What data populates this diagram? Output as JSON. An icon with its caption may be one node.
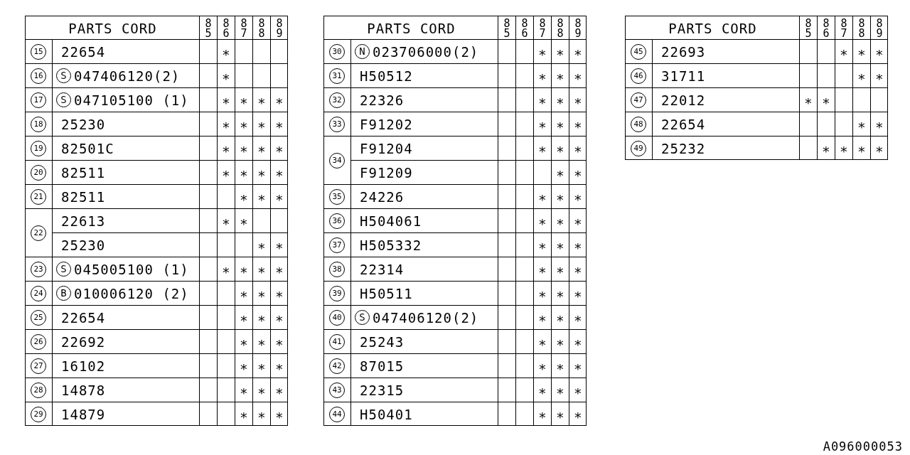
{
  "diagram": {
    "labels": [
      "PARTS CORD",
      "85",
      "86",
      "87",
      "88",
      "89",
      "15",
      "22654",
      "∗",
      "16",
      "S",
      "047406120(2)",
      "∗",
      "17",
      "S",
      "047105100 (1)",
      "∗",
      "∗",
      "∗",
      "∗",
      "18",
      "25230",
      "∗",
      "∗",
      "∗",
      "∗",
      "19",
      "82501C",
      "∗",
      "∗",
      "∗",
      "∗",
      "20",
      "82511",
      "∗",
      "∗",
      "∗",
      "∗",
      "21",
      "82511",
      "∗",
      "∗",
      "∗",
      "22",
      "22613",
      "∗",
      "∗",
      "25230",
      "∗",
      "∗",
      "23",
      "S",
      "045005100 (1)",
      "∗",
      "∗",
      "∗",
      "∗",
      "24",
      "B",
      "010006120 (2)",
      "∗",
      "∗",
      "∗",
      "25",
      "22654",
      "∗",
      "∗",
      "∗",
      "26",
      "22692",
      "∗",
      "∗",
      "∗",
      "27",
      "16102",
      "∗",
      "∗",
      "∗",
      "28",
      "14878",
      "∗",
      "∗",
      "∗",
      "29",
      "14879",
      "∗",
      "∗",
      "∗",
      "PARTS CORD",
      "85",
      "86",
      "87",
      "88",
      "89",
      "30",
      "N",
      "023706000(2)",
      "∗",
      "∗",
      "∗",
      "31",
      "H50512",
      "∗",
      "∗",
      "∗",
      "32",
      "22326",
      "∗",
      "∗",
      "∗",
      "33",
      "F91202",
      "∗",
      "∗",
      "∗",
      "34",
      "F91204",
      "∗",
      "∗",
      "∗",
      "F91209",
      "∗",
      "∗",
      "35",
      "24226",
      "∗",
      "∗",
      "∗",
      "36",
      "H504061",
      "∗",
      "∗",
      "∗",
      "37",
      "H505332",
      "∗",
      "∗",
      "∗",
      "38",
      "22314",
      "∗",
      "∗",
      "∗",
      "39",
      "H50511",
      "∗",
      "∗",
      "∗",
      "40",
      "S",
      "047406120(2)",
      "∗",
      "∗",
      "∗",
      "41",
      "25243",
      "∗",
      "∗",
      "∗",
      "42",
      "87015",
      "∗",
      "∗",
      "∗",
      "43",
      "22315",
      "∗",
      "∗",
      "∗",
      "44",
      "H50401",
      "∗",
      "∗",
      "∗",
      "PARTS CORD",
      "85",
      "86",
      "87",
      "88",
      "89",
      "45",
      "22693",
      "∗",
      "∗",
      "∗",
      "46",
      "31711",
      "∗",
      "∗",
      "47",
      "22012",
      "∗",
      "∗",
      "48",
      "22654",
      "∗",
      "∗",
      "49",
      "25232",
      "∗",
      "∗",
      "∗",
      "∗",
      "A096000053"
    ]
  }
}
